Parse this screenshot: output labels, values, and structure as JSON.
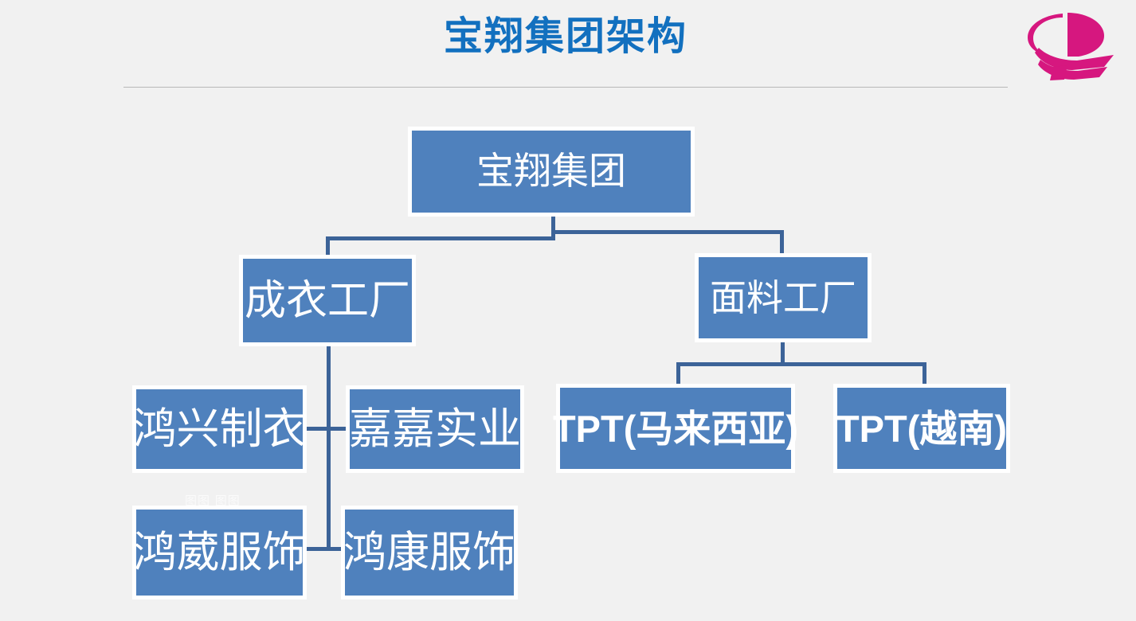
{
  "header": {
    "title": "宝翔集团架构",
    "title_color": "#1270bf",
    "rule_color": "#b8b8b8",
    "logo_name": "baoxiang-group-logo",
    "logo_color": "#d6177f"
  },
  "theme": {
    "background": "#f1f1f1",
    "node_fill": "#4f81bd",
    "node_border": "#ffffff",
    "node_text": "#ffffff",
    "connector": "#3c6398"
  },
  "watermark": "图图 图图",
  "chart_data": {
    "type": "diagram",
    "diagram_type": "org-chart",
    "title": "宝翔集团架构",
    "nodes": [
      {
        "id": "root",
        "label": "宝翔集团",
        "level": 0,
        "parent": null
      },
      {
        "id": "garment",
        "label": "成衣工厂",
        "level": 1,
        "parent": "root"
      },
      {
        "id": "fabric",
        "label": "面料工厂",
        "level": 1,
        "parent": "root"
      },
      {
        "id": "hongxing",
        "label": "鸿兴制衣",
        "level": 2,
        "parent": "garment"
      },
      {
        "id": "jiajia",
        "label": "嘉嘉实业",
        "level": 2,
        "parent": "garment"
      },
      {
        "id": "hongwei",
        "label": "鸿葳服饰",
        "level": 2,
        "parent": "garment"
      },
      {
        "id": "hongkang",
        "label": "鸿康服饰",
        "level": 2,
        "parent": "garment"
      },
      {
        "id": "tpt_my",
        "label": "TPT(马来西亚)",
        "level": 2,
        "parent": "fabric"
      },
      {
        "id": "tpt_vn",
        "label": "TPT(越南)",
        "level": 2,
        "parent": "fabric"
      }
    ],
    "edges": [
      {
        "from": "root",
        "to": "garment"
      },
      {
        "from": "root",
        "to": "fabric"
      },
      {
        "from": "garment",
        "to": "hongxing"
      },
      {
        "from": "garment",
        "to": "jiajia"
      },
      {
        "from": "garment",
        "to": "hongwei"
      },
      {
        "from": "garment",
        "to": "hongkang"
      },
      {
        "from": "fabric",
        "to": "tpt_my"
      },
      {
        "from": "fabric",
        "to": "tpt_vn"
      }
    ]
  }
}
